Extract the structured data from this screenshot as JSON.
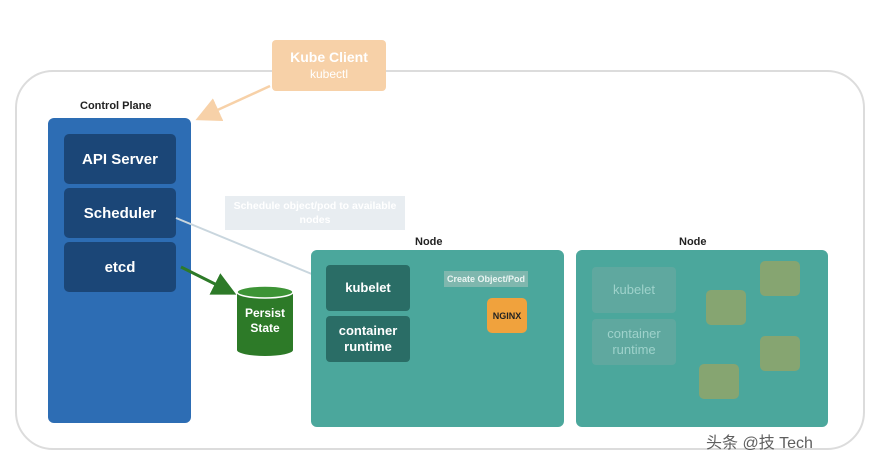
{
  "kube_client": {
    "title": "Kube Client",
    "subtitle": "kubectl"
  },
  "control_plane": {
    "label": "Control Plane",
    "components": [
      "API Server",
      "Scheduler",
      "etcd"
    ]
  },
  "persist_state": {
    "line1": "Persist",
    "line2": "State"
  },
  "schedule_label": {
    "line1": "Schedule object/pod to available",
    "line2": "nodes"
  },
  "node1": {
    "label": "Node",
    "kubelet": "kubelet",
    "container_runtime": {
      "line1": "container",
      "line2": "runtime"
    },
    "create_label": "Create Object/Pod",
    "pod": "NGINX"
  },
  "node2": {
    "label": "Node",
    "kubelet": "kubelet",
    "container_runtime": {
      "line1": "container",
      "line2": "runtime"
    }
  },
  "watermark": "头条 @技 Tech",
  "colors": {
    "control_plane": "#2d6db4",
    "control_plane_box": "#1b4677",
    "node": "#4ba79c",
    "node_box": "#2a6d66",
    "nginx": "#f0a23d",
    "kube_client": "#f7d1a8",
    "persist_state": "#2d7a28"
  }
}
